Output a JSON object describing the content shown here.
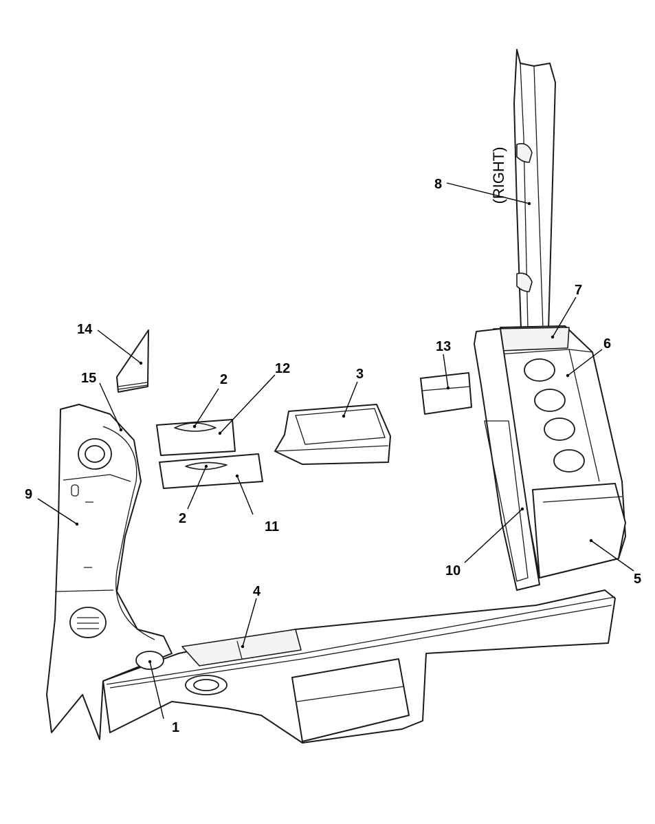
{
  "diagram": {
    "note": "(RIGHT)",
    "callouts": [
      {
        "id": "c1",
        "label": "1"
      },
      {
        "id": "c2a",
        "label": "2"
      },
      {
        "id": "c2b",
        "label": "2"
      },
      {
        "id": "c3",
        "label": "3"
      },
      {
        "id": "c4",
        "label": "4"
      },
      {
        "id": "c5",
        "label": "5"
      },
      {
        "id": "c6",
        "label": "6"
      },
      {
        "id": "c7",
        "label": "7"
      },
      {
        "id": "c8",
        "label": "8"
      },
      {
        "id": "c9",
        "label": "9"
      },
      {
        "id": "c10",
        "label": "10"
      },
      {
        "id": "c11",
        "label": "11"
      },
      {
        "id": "c12",
        "label": "12"
      },
      {
        "id": "c13",
        "label": "13"
      },
      {
        "id": "c14",
        "label": "14"
      },
      {
        "id": "c15",
        "label": "15"
      }
    ]
  }
}
